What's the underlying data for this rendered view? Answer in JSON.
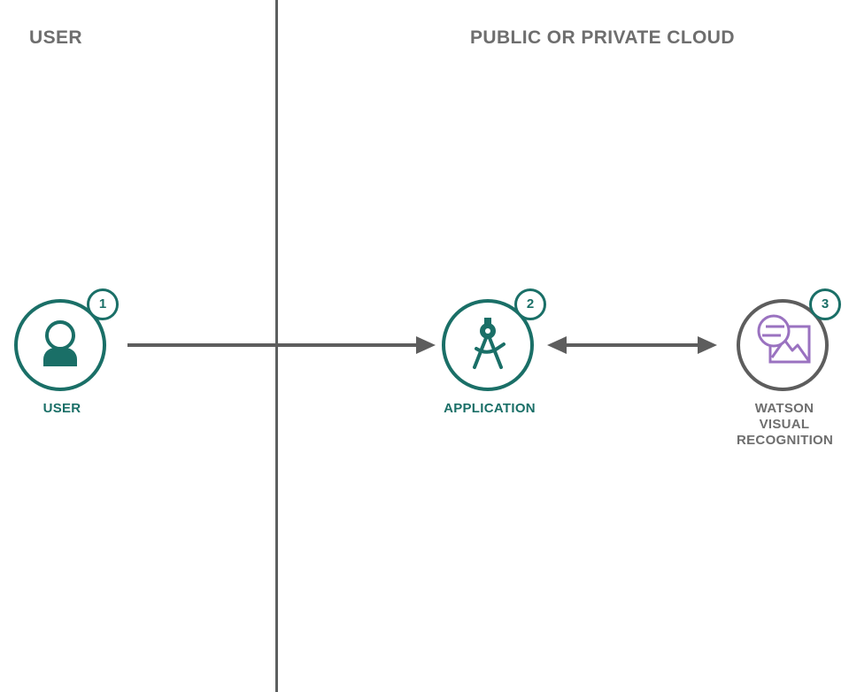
{
  "diagram": {
    "title": "User to Application to Watson Visual Recognition flow",
    "colors": {
      "teal": "#1a6f67",
      "gray": "#5d5d5d",
      "header_gray": "#6e6e6e",
      "purple": "#9a72c0",
      "background": "#ffffff"
    },
    "zones": [
      {
        "id": "user",
        "title": "USER"
      },
      {
        "id": "cloud",
        "title": "PUBLIC OR PRIVATE CLOUD"
      }
    ],
    "nodes": [
      {
        "id": "user",
        "badge": "1",
        "label": "USER",
        "icon": "user-avatar-icon",
        "accent": "teal"
      },
      {
        "id": "application",
        "badge": "2",
        "label": "APPLICATION",
        "icon": "compass-divider-icon",
        "accent": "teal"
      },
      {
        "id": "watson",
        "badge": "3",
        "label": "WATSON\nVISUAL\nRECOGNITION",
        "label_lines": [
          "WATSON",
          "VISUAL",
          "RECOGNITION"
        ],
        "icon": "image-analysis-icon",
        "accent": "gray"
      }
    ],
    "connectors": [
      {
        "id": "user-to-application",
        "from": "user",
        "to": "application",
        "direction": "one-way"
      },
      {
        "id": "application-to-watson",
        "from": "application",
        "to": "watson",
        "direction": "two-way"
      }
    ]
  }
}
